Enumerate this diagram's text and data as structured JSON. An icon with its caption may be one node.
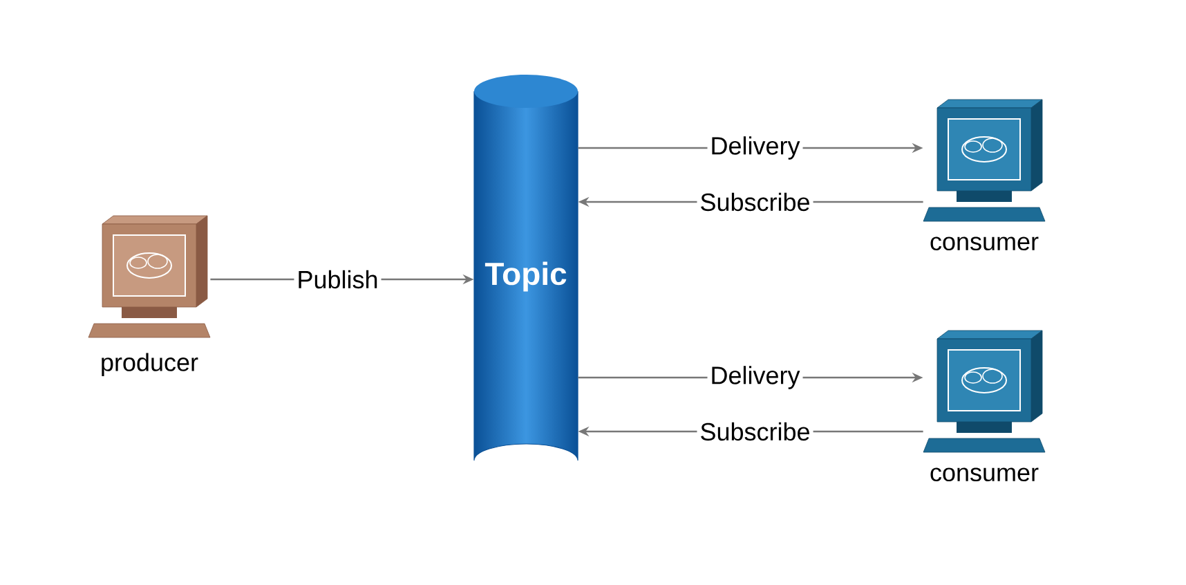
{
  "diagram": {
    "nodes": [
      {
        "text": [],
        "shape": "computer",
        "beside": [
          "producer"
        ]
      },
      {
        "text": [
          "Topic"
        ]
      },
      {
        "text": [],
        "shape": "computer",
        "beside": [
          "consumer"
        ]
      },
      {
        "text": [],
        "shape": "computer",
        "beside": [
          "consumer"
        ]
      }
    ],
    "edges": [
      {
        "from": 0,
        "to": 1,
        "arrow": "to",
        "label": "Publish"
      },
      {
        "from": 1,
        "to": 2,
        "arrow": "to",
        "label": "Delivery"
      },
      {
        "from": 2,
        "to": 1,
        "arrow": "to",
        "label": "Subscribe"
      },
      {
        "from": 1,
        "to": 3,
        "arrow": "to",
        "label": "Delivery"
      },
      {
        "from": 3,
        "to": 1,
        "arrow": "to",
        "label": "Subscribe"
      }
    ]
  }
}
